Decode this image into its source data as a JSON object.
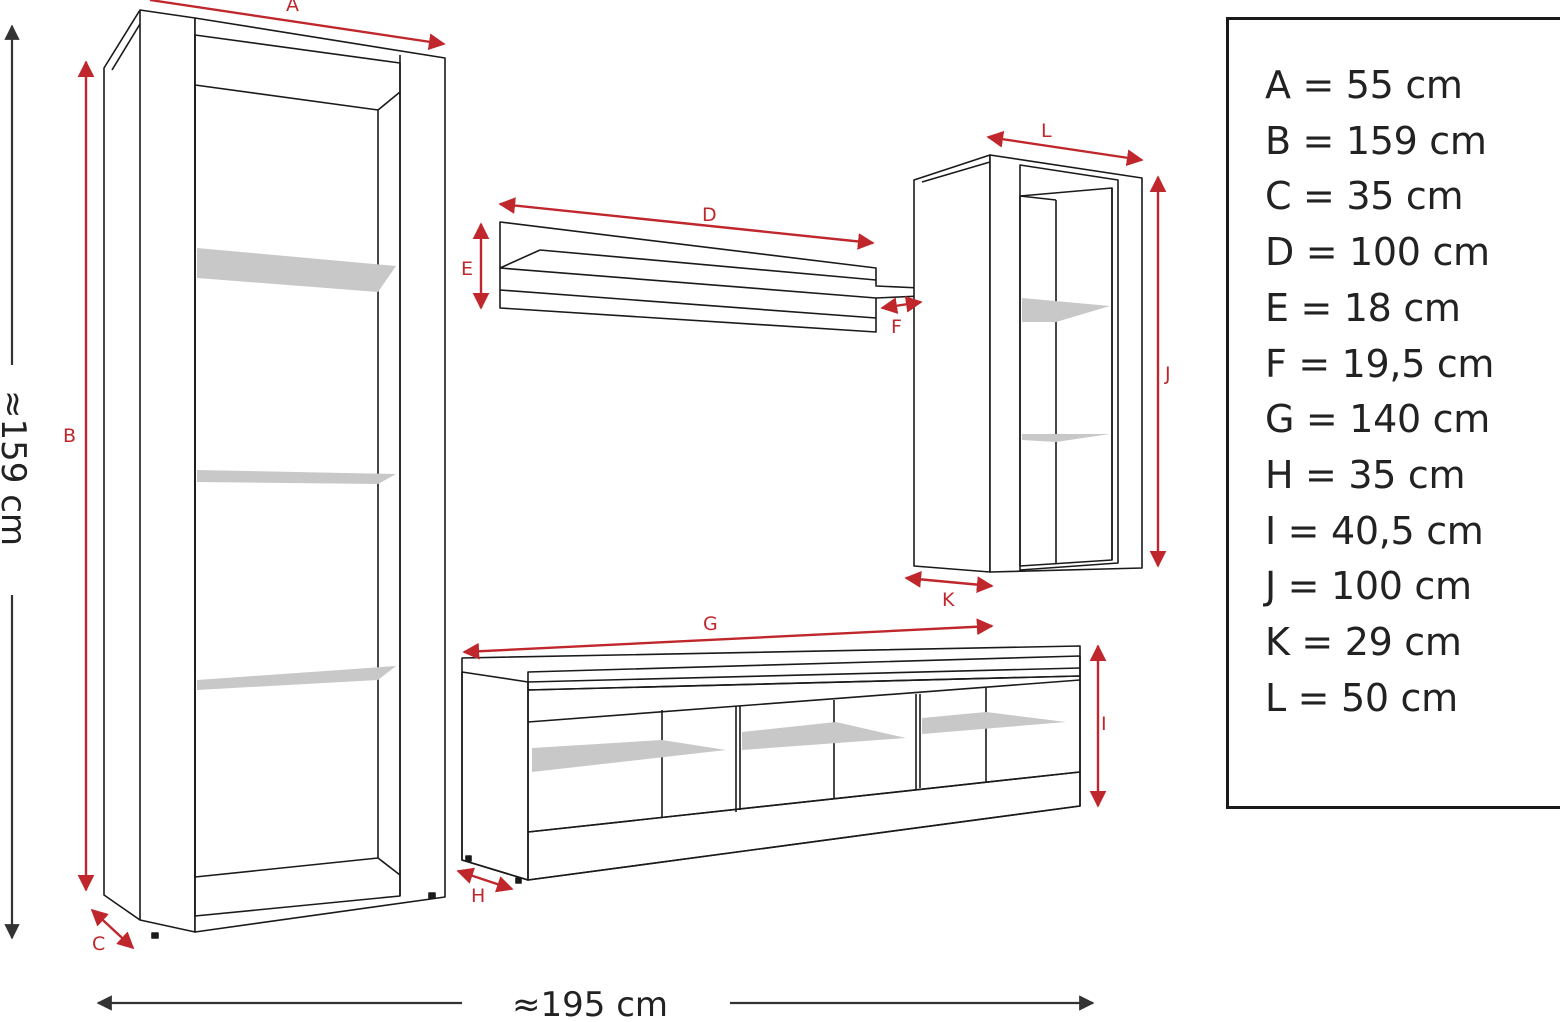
{
  "overall": {
    "height_label": "≈159 cm",
    "width_label": "≈195 cm"
  },
  "dimension_letters": {
    "a": "A",
    "b": "B",
    "c": "C",
    "d": "D",
    "e": "E",
    "f": "F",
    "g": "G",
    "h": "H",
    "i": "I",
    "j": "J",
    "k": "K",
    "l": "L"
  },
  "legend": {
    "items": [
      "A = 55 cm",
      "B = 159 cm",
      "C = 35 cm",
      "D = 100 cm",
      "E = 18 cm",
      "F = 19,5 cm",
      "G = 140 cm",
      "H = 35 cm",
      "I = 40,5 cm",
      "J = 100 cm",
      "K = 29 cm",
      "L = 50 cm"
    ]
  },
  "colors": {
    "dimension_red": "#c0272d",
    "outline": "#1a1a1a",
    "shelf_gray": "#c8c8c8"
  }
}
